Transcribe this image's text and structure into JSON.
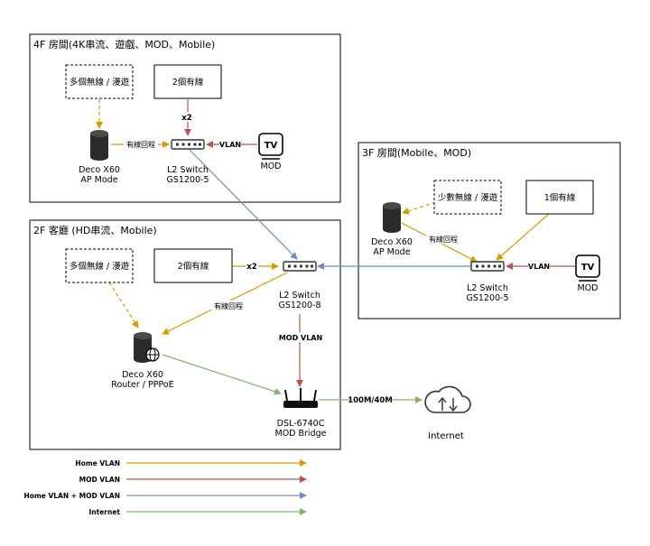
{
  "rooms": {
    "f4": {
      "title": "4F 房間(4K串流、遊戲、MOD、Mobile)"
    },
    "f3": {
      "title": "3F 房間(Mobile、MOD)"
    },
    "f2": {
      "title": "2F 客廳 (HD串流、Mobile)"
    }
  },
  "boxes": {
    "f4_wireless": "多個無線 / 漫遊",
    "f4_wired": "2個有線",
    "f3_wireless": "少數無線 / 漫遊",
    "f3_wired": "1個有線",
    "f2_wireless": "多個無線 / 漫遊",
    "f2_wired": "2個有線"
  },
  "devices": {
    "f4_deco": {
      "line1": "Deco X60",
      "line2": "AP Mode"
    },
    "f4_switch": {
      "line1": "L2 Switch",
      "line2": "GS1200-5"
    },
    "f4_tv": {
      "badge": "TV",
      "label": "MOD"
    },
    "f3_deco": {
      "line1": "Deco X60",
      "line2": "AP Mode"
    },
    "f3_switch": {
      "line1": "L2 Switch",
      "line2": "GS1200-5"
    },
    "f3_tv": {
      "badge": "TV",
      "label": "MOD"
    },
    "f2_switch": {
      "line1": "L2 Switch",
      "line2": "GS1200-8"
    },
    "f2_deco": {
      "line1": "Deco X60",
      "line2": "Router / PPPoE"
    },
    "modem": {
      "line1": "DSL-6740C",
      "line2": "MOD Bridge"
    },
    "internet": {
      "label": "Internet"
    }
  },
  "edge_labels": {
    "f4_x2": "x2",
    "f4_backhaul": "有線回程",
    "f4_vlan": "VLAN",
    "f3_backhaul": "有線回程",
    "f3_vlan": "VLAN",
    "f2_x2": "x2",
    "f2_backhaul": "有線回程",
    "mod_vlan": "MOD VLAN",
    "uplink": "100M/40M"
  },
  "legend": [
    {
      "label": "Home VLAN",
      "color": "#d79b00"
    },
    {
      "label": "MOD VLAN",
      "color": "#b85450"
    },
    {
      "label": "Home VLAN + MOD VLAN",
      "color": "#6c8ebf"
    },
    {
      "label": "Internet",
      "color": "#82b366"
    }
  ],
  "colors": {
    "home_vlan": "#d79b00",
    "mod_vlan": "#b85450",
    "both_vlan": "#6c8ebf",
    "internet": "#82b366"
  }
}
